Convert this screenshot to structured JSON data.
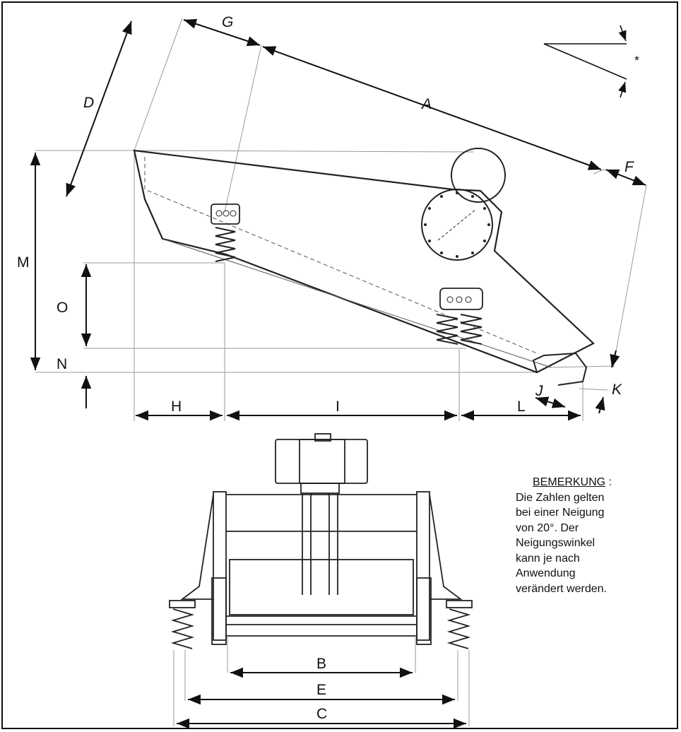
{
  "dimension_labels": {
    "A": "A",
    "B": "B",
    "C": "C",
    "D": "D",
    "E": "E",
    "F": "F",
    "G": "G",
    "H": "H",
    "I": "I",
    "J": "J",
    "K": "K",
    "L": "L",
    "M": "M",
    "N": "N",
    "O": "O"
  },
  "angle_marker": "*",
  "note": {
    "title": "BEMERKUNG",
    "colon": " :",
    "lines": [
      "Die Zahlen gelten",
      "bei einer Neigung",
      "von 20°. Der",
      "Neigungswinkel",
      "kann je nach",
      "Anwendung",
      "verändert werden."
    ]
  }
}
